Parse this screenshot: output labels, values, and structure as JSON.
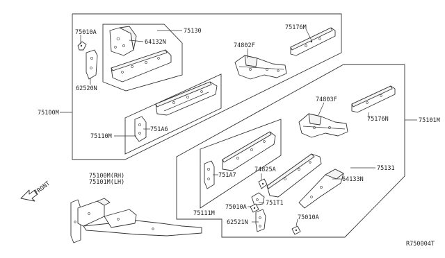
{
  "labels": {
    "p75010A_top": "75010A",
    "p75130": "75130",
    "p64132N": "64132N",
    "p62520N": "62520N",
    "p75100M": "75100M",
    "p74802F": "74802F",
    "p75176M": "75176M",
    "p75110M": "75110M",
    "p751A6": "751A6",
    "p74803F": "74803F",
    "p75176N": "75176N",
    "p75101M": "75101M",
    "p751A7": "751A7",
    "p74825A": "74825A",
    "p75131": "75131",
    "p64133N": "64133N",
    "p751T1": "751T1",
    "p75010A_mid": "75010A",
    "p75111M": "75111M",
    "p62521N": "62521N",
    "p75010A_bot": "75010A",
    "rh_label": "75100M(RH)",
    "lh_label": "75101M(LH)",
    "front": "FRONT",
    "diagram_code": "R750004T"
  },
  "icons": {
    "front_arrow": "front-arrow-icon"
  }
}
